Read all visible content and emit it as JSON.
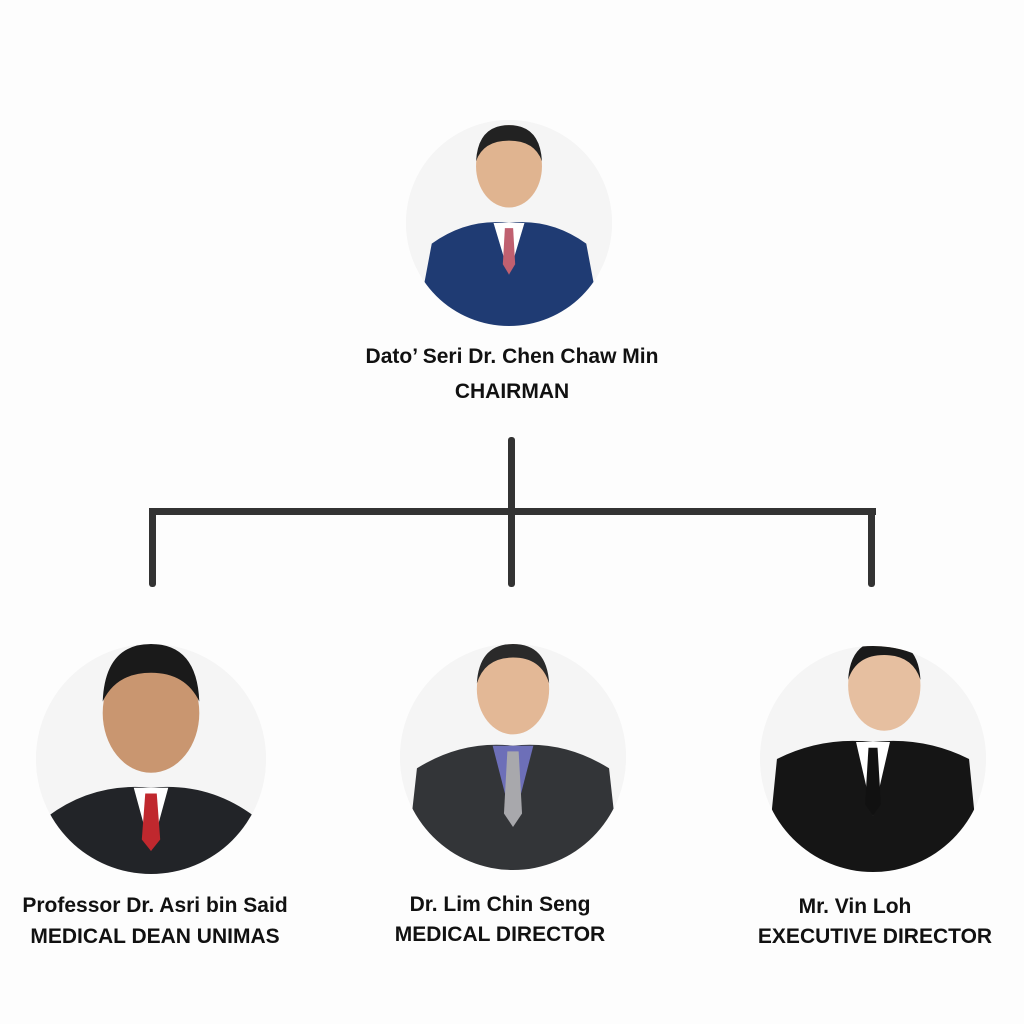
{
  "chairman": {
    "name": "Dato’ Seri Dr. Chen Chaw Min",
    "title": "CHAIRMAN",
    "suit_color": "#1f3b73",
    "tie_color": "#c06070"
  },
  "members": [
    {
      "name": "Professor Dr. Asri bin Said",
      "title": "MEDICAL DEAN UNIMAS",
      "suit_color": "#222428",
      "tie_color": "#c0282e"
    },
    {
      "name": "Dr. Lim Chin Seng",
      "title": "MEDICAL DIRECTOR",
      "suit_color": "#333538",
      "tie_color": "#a8a8ac"
    },
    {
      "name": "Mr. Vin Loh",
      "title": "EXECUTIVE DIRECTOR",
      "suit_color": "#151515",
      "tie_color": "#111111"
    }
  ],
  "connector_color": "#333333"
}
